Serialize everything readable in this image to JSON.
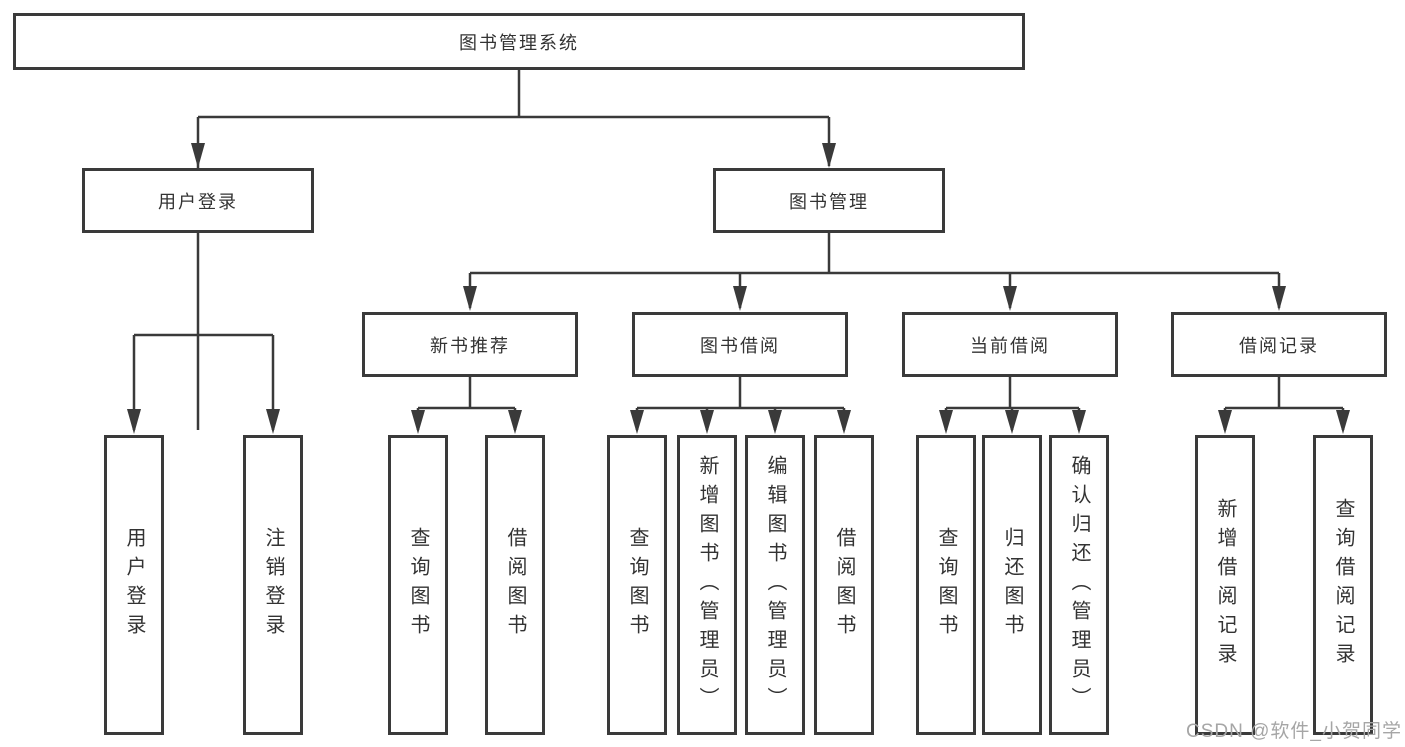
{
  "colors": {
    "background": "#ffffff",
    "line": "#3a3a3a",
    "box_border": "#3a3a3a",
    "text": "#333333",
    "watermark": "#a6a6a6"
  },
  "diagram_type": "hierarchy-tree",
  "tree": {
    "root": {
      "label": "图书管理系统"
    },
    "groups": [
      {
        "label": "用户登录",
        "leaves": [
          {
            "label": "用户登录"
          },
          {
            "label": "注销登录"
          }
        ]
      },
      {
        "label": "图书管理",
        "sections": [
          {
            "label": "新书推荐",
            "leaves": [
              {
                "label": "查询图书"
              },
              {
                "label": "借阅图书"
              }
            ]
          },
          {
            "label": "图书借阅",
            "leaves": [
              {
                "label": "查询图书"
              },
              {
                "label": "新增图书（管理员）"
              },
              {
                "label": "编辑图书（管理员）"
              },
              {
                "label": "借阅图书"
              }
            ]
          },
          {
            "label": "当前借阅",
            "leaves": [
              {
                "label": "查询图书"
              },
              {
                "label": "归还图书"
              },
              {
                "label": "确认归还（管理员）"
              }
            ]
          },
          {
            "label": "借阅记录",
            "leaves": [
              {
                "label": "新增借阅记录"
              },
              {
                "label": "查询借阅记录"
              }
            ]
          }
        ]
      }
    ]
  },
  "watermark": {
    "text": "CSDN @软件_小贺同学"
  }
}
